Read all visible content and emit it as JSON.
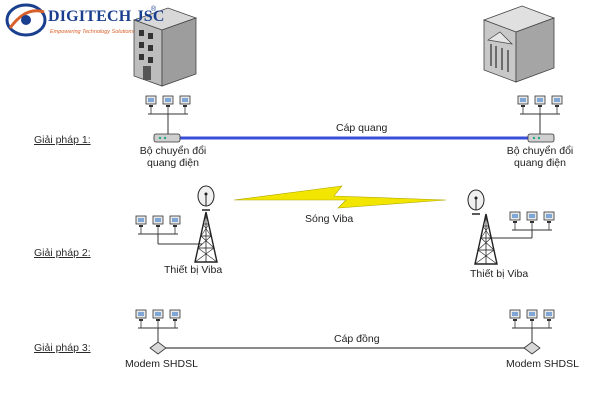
{
  "logo": {
    "name": "DIGITECH JSC",
    "registered": "®",
    "tagline": "Empowering Technology Solutions",
    "colors": {
      "primary": "#1a3f8f",
      "accent": "#d8602a"
    }
  },
  "solutions": [
    {
      "label": "Giải pháp 1:",
      "link_label": "Cáp quang",
      "left_device": "Bộ chuyển đổi\nquang điện",
      "right_device": "Bộ chuyển đổi\nquang điện",
      "link_color": "#3a4fd8"
    },
    {
      "label": "Giải pháp 2:",
      "link_label": "Sóng Viba",
      "left_device": "Thiết bị Viba",
      "right_device": "Thiết bị Viba",
      "link_color": "#f2e600"
    },
    {
      "label": "Giải pháp 3:",
      "link_label": "Cáp đồng",
      "left_device": "Modem SHDSL",
      "right_device": "Modem SHDSL",
      "link_color": "#444444"
    }
  ],
  "icons": [
    "building-icon",
    "bank-building-icon",
    "computer-group-icon",
    "converter-icon",
    "satellite-dish-icon",
    "radio-tower-icon",
    "modem-icon",
    "lightning-bolt-icon"
  ]
}
